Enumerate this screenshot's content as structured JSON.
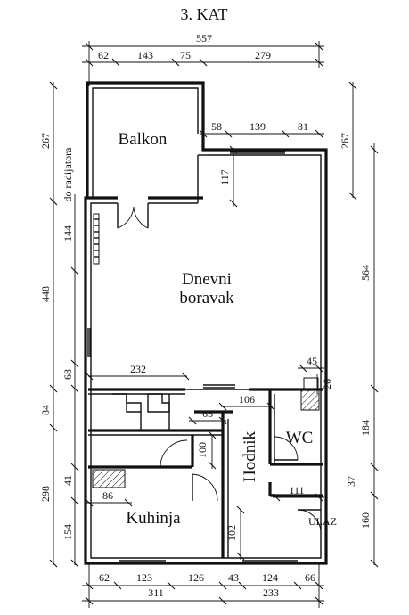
{
  "title": "3. KAT",
  "rooms": {
    "balkon": "Balkon",
    "dnevni_1": "Dnevni",
    "dnevni_2": "boravak",
    "hodnik": "Hodnik",
    "wc": "WC",
    "kuhinja": "Kuhinja",
    "ulaz": "ULAZ"
  },
  "dims": {
    "top_total": "557",
    "top_62": "62",
    "top_143": "143",
    "top_75": "75",
    "top_279": "279",
    "mid_58": "58",
    "mid_139": "139",
    "mid_81": "81",
    "v_117": "117",
    "l_267": "267",
    "l_144": "144",
    "l_radijator": "do radijatora",
    "l_448": "448",
    "l_68": "68",
    "l_84": "84",
    "l_298": "298",
    "l_41": "41",
    "l_154": "154",
    "r_267": "267",
    "r_564": "564",
    "r_184": "184",
    "r_37": "37",
    "r_160": "160",
    "in_232": "232",
    "in_45": "45",
    "in_26": "26",
    "in_106": "106",
    "in_65": "65",
    "in_100": "100",
    "in_86": "86",
    "in_111": "111",
    "in_102": "102",
    "bot_62": "62",
    "bot_123": "123",
    "bot_126": "126",
    "bot_43": "43",
    "bot_124": "124",
    "bot_66": "66",
    "bot_311": "311",
    "bot_233": "233"
  }
}
